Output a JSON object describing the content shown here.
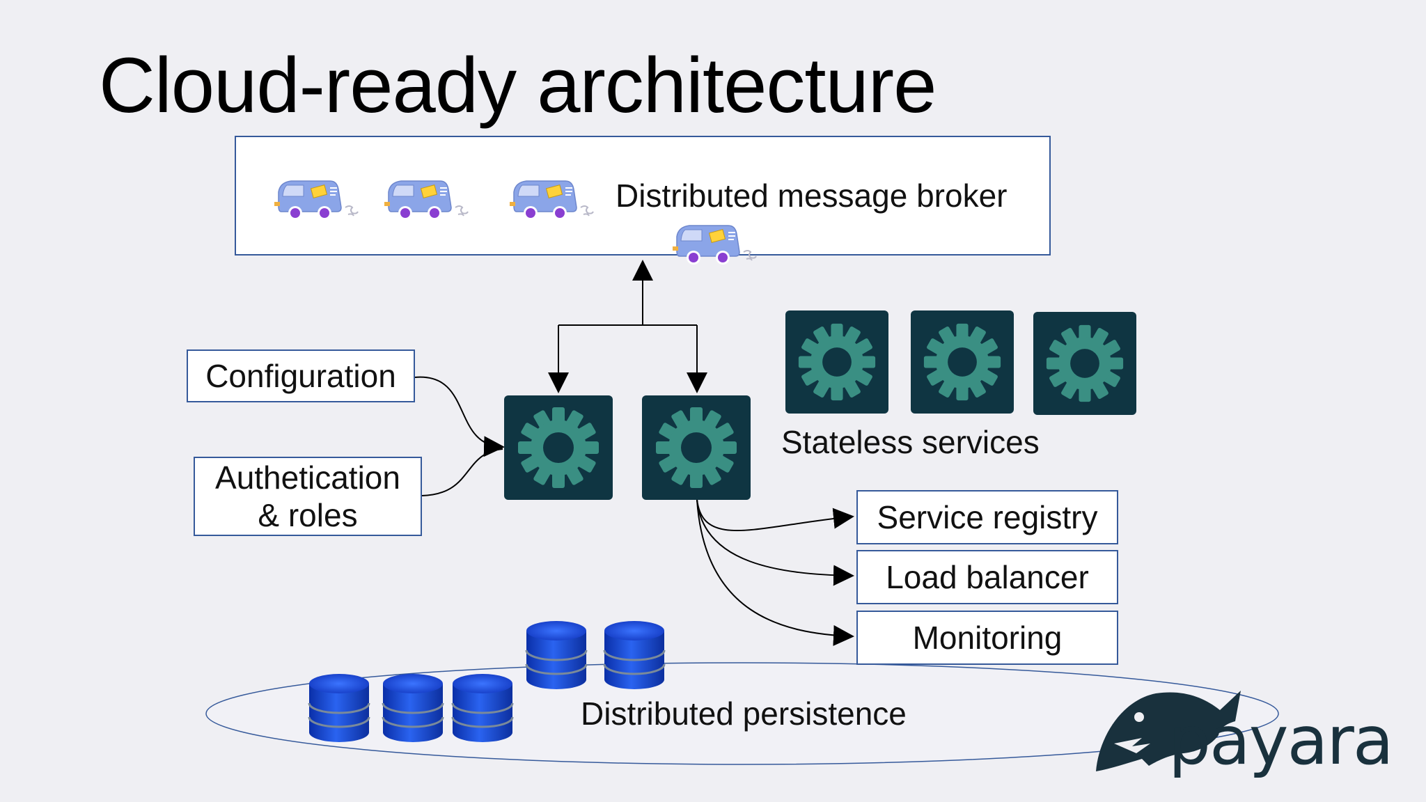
{
  "slide": {
    "title": "Cloud-ready architecture",
    "broker_label": "Distributed message broker",
    "stateless_label": "Stateless services",
    "persistence_label": "Distributed persistence",
    "config_label": "Configuration",
    "auth_label_line1": "Authetication",
    "auth_label_line2": "& roles",
    "registry_label": "Service registry",
    "load_balancer_label": "Load balancer",
    "monitoring_label": "Monitoring",
    "logo_text": "payara"
  },
  "colors": {
    "background": "#efeff3",
    "box_border": "#35599a",
    "gear_tile": "#0f3542",
    "gear": "#3a8f83",
    "db_blue": "#1848d8",
    "van_body": "#8ba5e8",
    "van_wheel": "#8a3fd1",
    "logo": "#19313d"
  },
  "icons": [
    "delivery-van-icon",
    "gear-icon",
    "database-icon",
    "payara-fish-icon"
  ]
}
